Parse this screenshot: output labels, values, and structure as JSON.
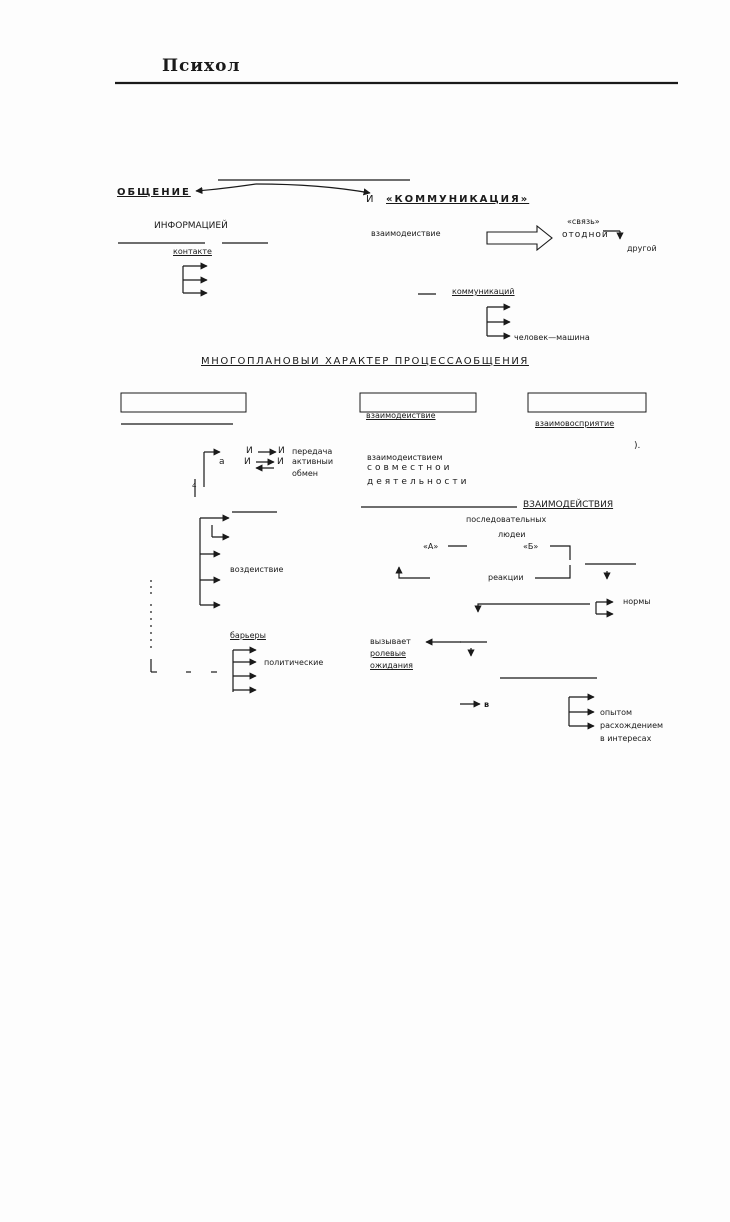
{
  "page": {
    "running_head": "Психол"
  },
  "diagram": {
    "top": {
      "obshchenie": "ОБЩЕНИЕ",
      "conj": "И",
      "kommunikatsiya": "«КОММУНИКАЦИЯ»",
      "informatsiey": "ИНФОРМАЦИЕЙ",
      "kontakte": "контакте",
      "vzaimodeistvie": "взаимодеиствие",
      "svyaz": "«связь»",
      "ot_odnoy": "отодной",
      "drugoy": "другой",
      "kommunikatsiy": "коммуникаций",
      "chelovek_mashina": "человек—машина"
    },
    "caption": "МНОГОПЛАНОВЫИ ХАРАКТЕР ПРОЦЕССАОБЩЕНИЯ",
    "columns": {
      "mid_label": "взаимодеиствие",
      "right_label": "взаимовосприятие",
      "paren": ")."
    },
    "left_branch": {
      "a": "а",
      "i1": "И",
      "i2": "И",
      "i3": "И",
      "i4": "И",
      "peredacha": "передача",
      "aktivny": "активныи",
      "obmen": "обмен",
      "vozdeistvie": "воздеиствие",
      "barery": "барьеры",
      "politicheskie": "политические",
      "margin_mark": "4"
    },
    "middle_branch": {
      "vzaimodeistviem": "взаимодеиствием",
      "sovmestnoy": "совместнои",
      "deyatelnosti": "деятельности",
      "vzaimodeistviya": "ВЗАИМОДЕЙСТВИЯ",
      "posledovatelnykh": "последовательных",
      "lyudey": "людеи",
      "a_q": "«А»",
      "b_q": "«Б»",
      "reaktsii": "реакции",
      "normy": "нормы",
      "vyzyvaet": "вызывает",
      "rolevye": "ролевые",
      "ozhidaniya": "ожидания",
      "v": "в",
      "opytom": "опытом",
      "raskhozhdeniem": "расхождением",
      "v_interesakh": "в интересах"
    }
  }
}
